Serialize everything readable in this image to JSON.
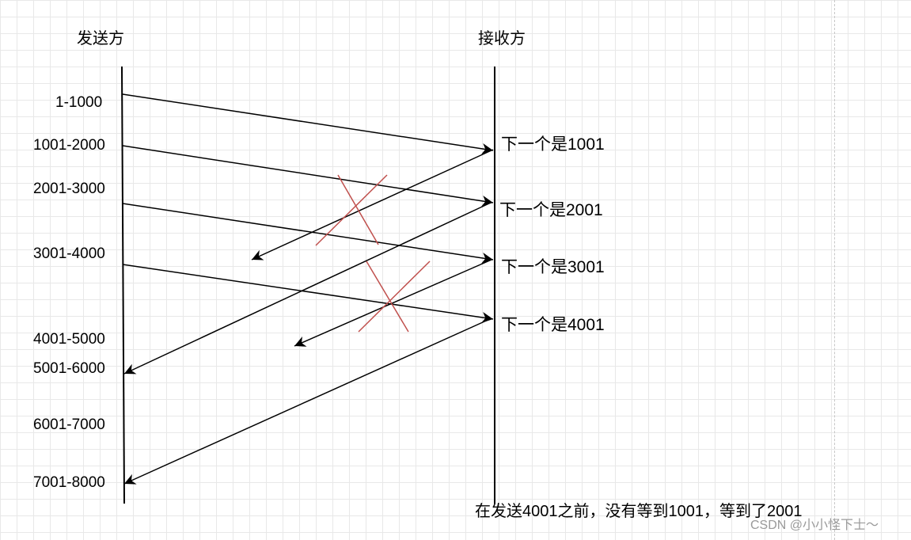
{
  "sender": {
    "title": "发送方"
  },
  "receiver": {
    "title": "接收方"
  },
  "segments": [
    "1-1000",
    "1001-2000",
    "2001-3000",
    "3001-4000",
    "4001-5000",
    "5001-6000",
    "6001-7000",
    "7001-8000"
  ],
  "acks": [
    "下一个是1001",
    "下一个是2001",
    "下一个是3001",
    "下一个是4001"
  ],
  "note": "在发送4001之前，没有等到1001，等到了2001",
  "watermark": "CSDN @小小怪下士～",
  "colors": {
    "line": "#000000",
    "cross": "#c0504d",
    "grid": "#e8e8e8"
  }
}
